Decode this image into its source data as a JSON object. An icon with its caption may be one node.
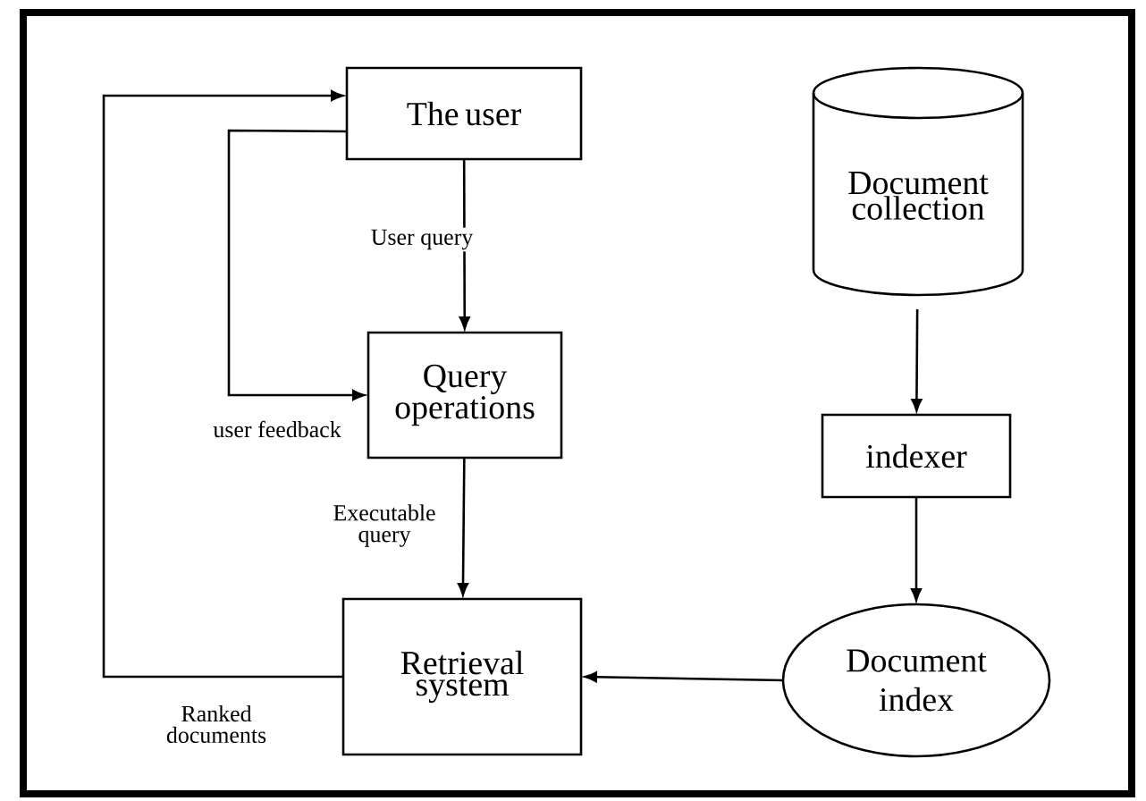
{
  "diagram": {
    "nodes": [
      {
        "text": [
          "The user"
        ]
      },
      {
        "text": [
          "Query operations"
        ]
      },
      {
        "text": [
          "Retrieval system"
        ]
      },
      {
        "text": [
          "Document collection"
        ]
      },
      {
        "text": [
          "indexer"
        ]
      },
      {
        "text": [
          "Document index"
        ]
      }
    ],
    "edges": [
      {
        "from": 0,
        "to": 1,
        "arrow": "to",
        "label": "User query"
      },
      {
        "from": 0,
        "to": 1,
        "arrow": "to",
        "label": "user feedback"
      },
      {
        "from": 1,
        "to": 2,
        "arrow": "to",
        "label": "Executable query"
      },
      {
        "from": 2,
        "to": 0,
        "arrow": "to",
        "label": "Ranked documents"
      },
      {
        "from": 3,
        "to": 4,
        "arrow": "to"
      },
      {
        "from": 4,
        "to": 5,
        "arrow": "to"
      },
      {
        "from": 5,
        "to": 2,
        "arrow": "to"
      }
    ]
  }
}
